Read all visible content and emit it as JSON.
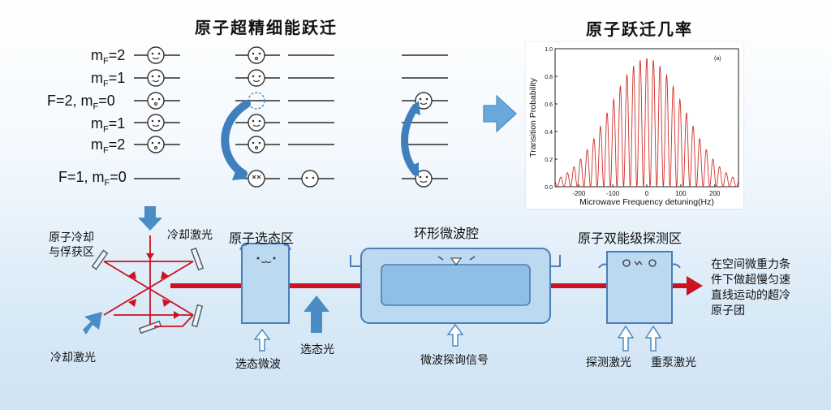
{
  "titles": {
    "hyperfine": "原子超精细能跃迁",
    "probability": "原子跃迁几率"
  },
  "levels": {
    "mf2_top": {
      "prefix": "m",
      "sub": "F",
      "suffix": "=2"
    },
    "mf1_top": {
      "prefix": "m",
      "sub": "F",
      "suffix": "=1"
    },
    "f2_mf0": {
      "prefix": "F=2, m",
      "sub": "F",
      "suffix": "=0"
    },
    "mf1_bot": {
      "prefix": "m",
      "sub": "F",
      "suffix": "=1"
    },
    "mf2_bot": {
      "prefix": "m",
      "sub": "F",
      "suffix": "=2"
    },
    "f1_mf0": {
      "prefix": "F=1, m",
      "sub": "F",
      "suffix": "=0"
    }
  },
  "labels": {
    "trap_zone_1": "原子冷却",
    "trap_zone_2": "与俘获区",
    "cooling_laser_top": "冷却激光",
    "cooling_laser_bottom": "冷却激光",
    "state_select_zone": "原子选态区",
    "state_select_microwave": "选态微波",
    "state_select_light": "选态光",
    "ring_cavity": "环形微波腔",
    "microwave_probe": "微波探询信号",
    "detection_zone": "原子双能级探测区",
    "probe_laser": "探测激光",
    "repump_laser": "重泵激光",
    "note_1": "在空间微重力条",
    "note_2": "件下做超慢匀速",
    "note_3": "直线运动的超冷",
    "note_4": "原子团"
  },
  "colors": {
    "beam": "#cc1122",
    "arrow_blue": "#4a8cc4",
    "box_fill": "#bcd9f2",
    "box_stroke": "#4a7fb5",
    "curve": "#d0302a"
  },
  "chart_data": {
    "type": "line",
    "title": "",
    "panel_label": "(a)",
    "xlabel": "Microwave Frequency detuning(Hz)",
    "ylabel": "Transition Probability",
    "xlim": [
      -270,
      270
    ],
    "ylim": [
      0,
      1.0
    ],
    "xticks": [
      -200,
      -100,
      0,
      100,
      200
    ],
    "xtick_labels": [
      "-200",
      "-100",
      "0",
      "100",
      "200"
    ],
    "yticks": [
      0,
      0.2,
      0.4,
      0.6,
      0.8,
      1.0
    ],
    "ytick_labels": [
      "0.0",
      "0.2",
      "0.4",
      "0.6",
      "0.8",
      "1.0"
    ],
    "fringe_period": 19.5,
    "envelope_halfwidth": 165,
    "peak": 0.93,
    "series": [
      {
        "style": "ramsey fringes",
        "color": "#d0302a"
      }
    ]
  }
}
